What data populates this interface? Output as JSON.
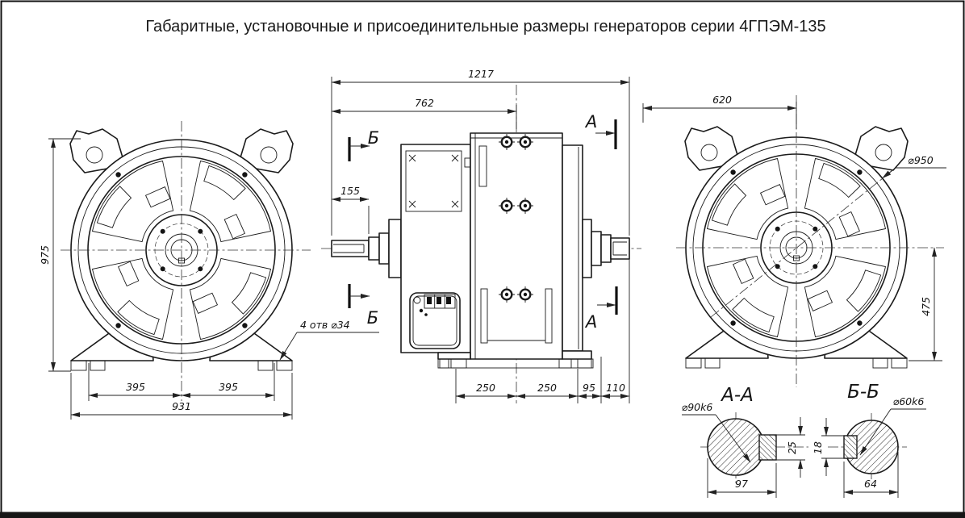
{
  "title": "Габаритные, установочные и присоединительные размеры генераторов серии 4ГПЭМ-135",
  "colors": {
    "line": "#1b1b1b",
    "background": "#ffffff"
  },
  "front_view": {
    "height": "975",
    "foot_spacing_left": "395",
    "foot_spacing_right": "395",
    "base_width": "931",
    "holes_note": "4 отв ⌀34"
  },
  "side_view": {
    "overall_length": "1217",
    "length_to_bolt_plane": "762",
    "shaft_extension": "155",
    "foot_pitch_1": "250",
    "foot_pitch_2": "250",
    "dim_95": "95",
    "dim_110": "110",
    "section_a_label": "А",
    "section_b_label": "Б"
  },
  "rear_view": {
    "width_to_axis": "620",
    "outer_diameter": "⌀950",
    "axis_height": "475"
  },
  "section_aa": {
    "label": "А-А",
    "shaft_diameter": "⌀90k6",
    "key_width": "25",
    "across_width": "97"
  },
  "section_bb": {
    "label": "Б-Б",
    "shaft_diameter": "⌀60k6",
    "key_width": "18",
    "across_width": "64"
  }
}
